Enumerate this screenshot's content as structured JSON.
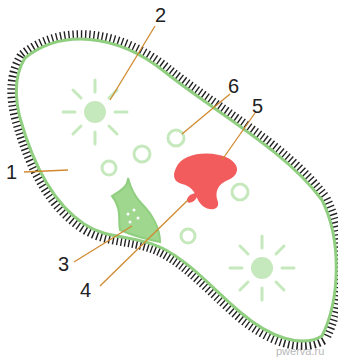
{
  "diagram": {
    "labels": [
      "2",
      "6",
      "5",
      "1",
      "3",
      "4",
      "pwerva.ru"
    ]
  }
}
